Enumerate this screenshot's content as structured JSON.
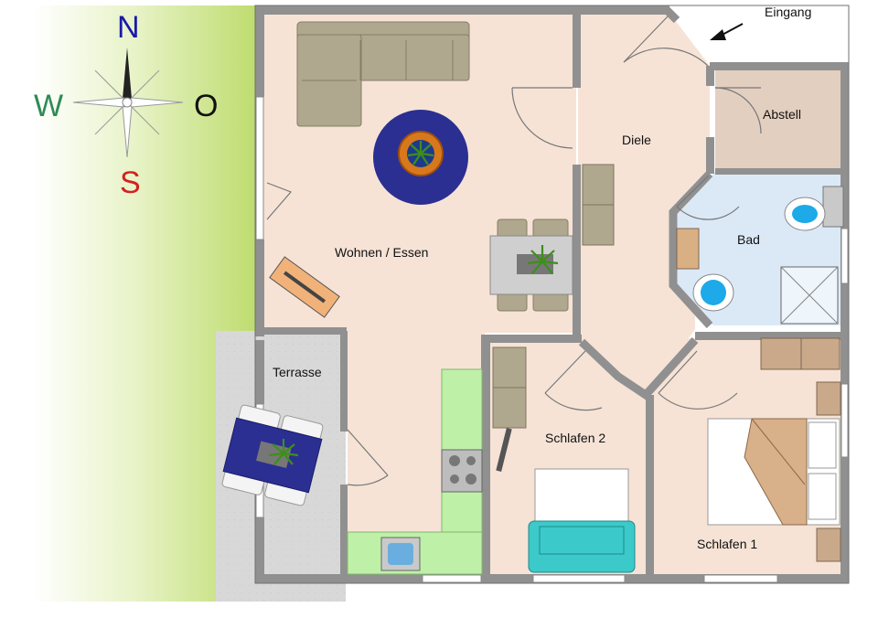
{
  "compass": {
    "north": "N",
    "south": "S",
    "west": "W",
    "east": "O",
    "colors": {
      "north": "#1a1aa8",
      "south": "#d42020",
      "west": "#2e8b57",
      "east": "#111111"
    }
  },
  "entrance": {
    "label": "Eingang"
  },
  "rooms": {
    "living": "Wohnen / Essen",
    "hall": "Diele",
    "storage": "Abstell",
    "bath": "Bad",
    "terrace": "Terrasse",
    "bedroom2": "Schlafen 2",
    "bedroom1": "Schlafen 1"
  },
  "colors": {
    "wall": "#8f8f8f",
    "floor_living": "#f6e3d6",
    "floor_bath": "#dbe9f7",
    "floor_storage": "#e3cfc0",
    "lawn": "#c6e07a",
    "terrace": "#d6d6d6",
    "kitchen": "#bff0a8",
    "sofa": "#b3ab8f",
    "rug_blue": "#2b2f92",
    "bed_teal": "#3cc9c9",
    "table_blue": "#2b2f92"
  }
}
